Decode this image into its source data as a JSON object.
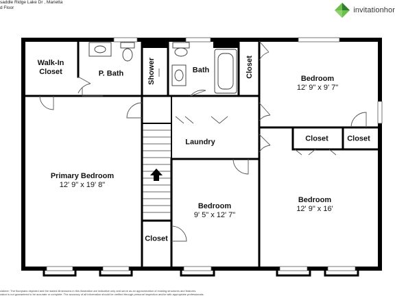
{
  "header": {
    "address_line": "saddle Ridge Lake Dr , Marietta",
    "floor_label": "d Floor"
  },
  "logo": {
    "brand": "invitationhor",
    "icon": "invitation-homes-logo",
    "colors": {
      "green": "#6cc04a",
      "dark": "#2e7d32"
    }
  },
  "rooms": {
    "walk_in_closet": "Walk-In\nCloset",
    "p_bath": "P. Bath",
    "shower": "Shower",
    "bath": "Bath",
    "closet_vertical": "Closet",
    "bedroom_ne": {
      "name": "Bedroom",
      "dims": "12' 9\" x 9' 7\""
    },
    "laundry": "Laundry",
    "closet_e1": "Closet",
    "closet_e2": "Closet",
    "primary_bedroom": {
      "name": "Primary Bedroom",
      "dims": "12' 9\" x 19' 8\""
    },
    "bedroom_center": {
      "name": "Bedroom",
      "dims": "9' 5\" x 12' 7\""
    },
    "bedroom_se": {
      "name": "Bedroom",
      "dims": "12' 9\" x 16'"
    },
    "closet_sw": "Closet"
  },
  "disclaimer": {
    "line1": "claimer: The floorplans depicted and the stated dimensions in this illustration are indicative only and serve as an approximation of existing structures and features.",
    "line2": "ration is not guaranteed to be accurate or complete. The accuracy of all information should be verified through personal inspection and/or with appropriate professionals."
  },
  "colors": {
    "wall": "#000000",
    "line": "#333333",
    "window": "#ffffff"
  }
}
